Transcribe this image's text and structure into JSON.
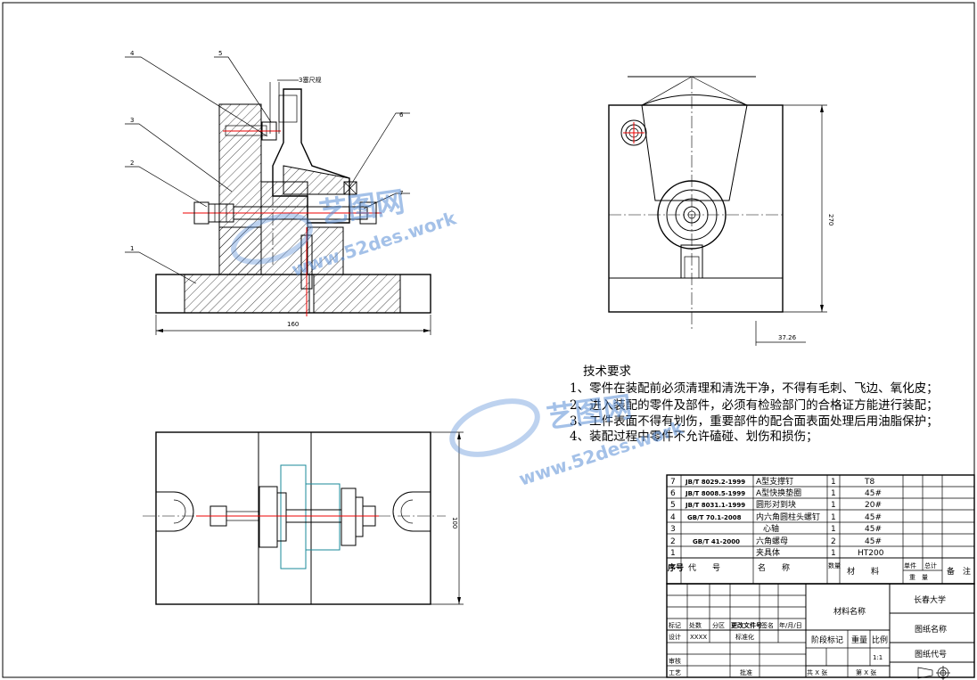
{
  "callouts": [
    "1",
    "2",
    "3",
    "4",
    "5",
    "6",
    "7"
  ],
  "feeler_label": "3塞尺规",
  "dimensions": {
    "base_length": "160",
    "right_height": "270",
    "right_offset": "37.26",
    "bottom_height": "100"
  },
  "tech_requirements": {
    "title": "技术要求",
    "items": [
      "1、零件在装配前必须清理和清洗干净，不得有毛刺、飞边、氧化皮；",
      "2、进入装配的零件及部件，必须有检验部门的合格证方能进行装配；",
      "3、工件表面不得有划伤，重要部件的配合面表面处理后用油脂保护；",
      "4、装配过程中零件不允许磕碰、划伤和损伤；"
    ]
  },
  "bom": {
    "rows": [
      {
        "no": "7",
        "code": "JB/T 8029.2-1999",
        "name": "A型支撑钉",
        "qty": "1",
        "material": "T8"
      },
      {
        "no": "6",
        "code": "JB/T 8008.5-1999",
        "name": "A型快换垫圈",
        "qty": "1",
        "material": "45#"
      },
      {
        "no": "5",
        "code": "JB/T 8031.1-1999",
        "name": "圆形对到块",
        "qty": "1",
        "material": "20#"
      },
      {
        "no": "4",
        "code": "GB/T 70.1-2008",
        "name": "内六角圆柱头螺钉",
        "qty": "1",
        "material": "45#"
      },
      {
        "no": "3",
        "code": "",
        "name": "心轴",
        "qty": "1",
        "material": "45#"
      },
      {
        "no": "2",
        "code": "GB/T 41-2000",
        "name": "六角螺母",
        "qty": "2",
        "material": "45#"
      },
      {
        "no": "1",
        "code": "",
        "name": "夹具体",
        "qty": "1",
        "material": "HT200"
      }
    ],
    "header": {
      "no": "序号",
      "code": "代　　号",
      "name": "名　　称",
      "qty": "数量",
      "material": "材　　料",
      "unit_weight": "单件",
      "total_weight": "总计",
      "weight": "重　量",
      "remark": "备　注"
    }
  },
  "title_block": {
    "material_name": "材料名称",
    "university": "长春大学",
    "drawing_name": "图纸名称",
    "drawing_code": "图纸代号",
    "stage_mark": "阶段标记",
    "weight": "重量",
    "scale_label": "比例",
    "scale": "1:1",
    "sheets_total": "共  X  张",
    "sheet_no": "第  X  张",
    "rev_mark": "标记",
    "rev_count": "处数",
    "rev_zone": "分区",
    "rev_doc": "更改文件号",
    "rev_sign": "签名",
    "rev_date": "年/月/日",
    "design": "设计",
    "designer": "XXXX",
    "standardize": "标准化",
    "review": "审核",
    "process": "工艺",
    "approve": "批准"
  },
  "watermark": {
    "brand": "艺图网",
    "url": "www.52des.work"
  }
}
